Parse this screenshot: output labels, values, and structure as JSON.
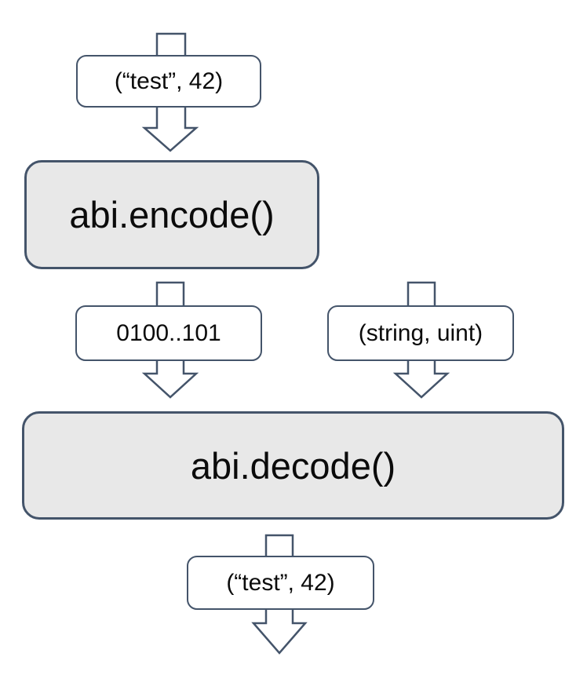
{
  "colors": {
    "line": "#44546A",
    "process_fill": "#E8E8E8",
    "value_fill": "#FFFFFF",
    "text": "#0B0B0B"
  },
  "nodes": {
    "input_value": "(“test”, 42)",
    "encode": "abi.encode()",
    "encoded_bytes": "0100..101",
    "types_tuple": "(string, uint)",
    "decode": "abi.decode()",
    "output_value": "(“test”, 42)"
  }
}
